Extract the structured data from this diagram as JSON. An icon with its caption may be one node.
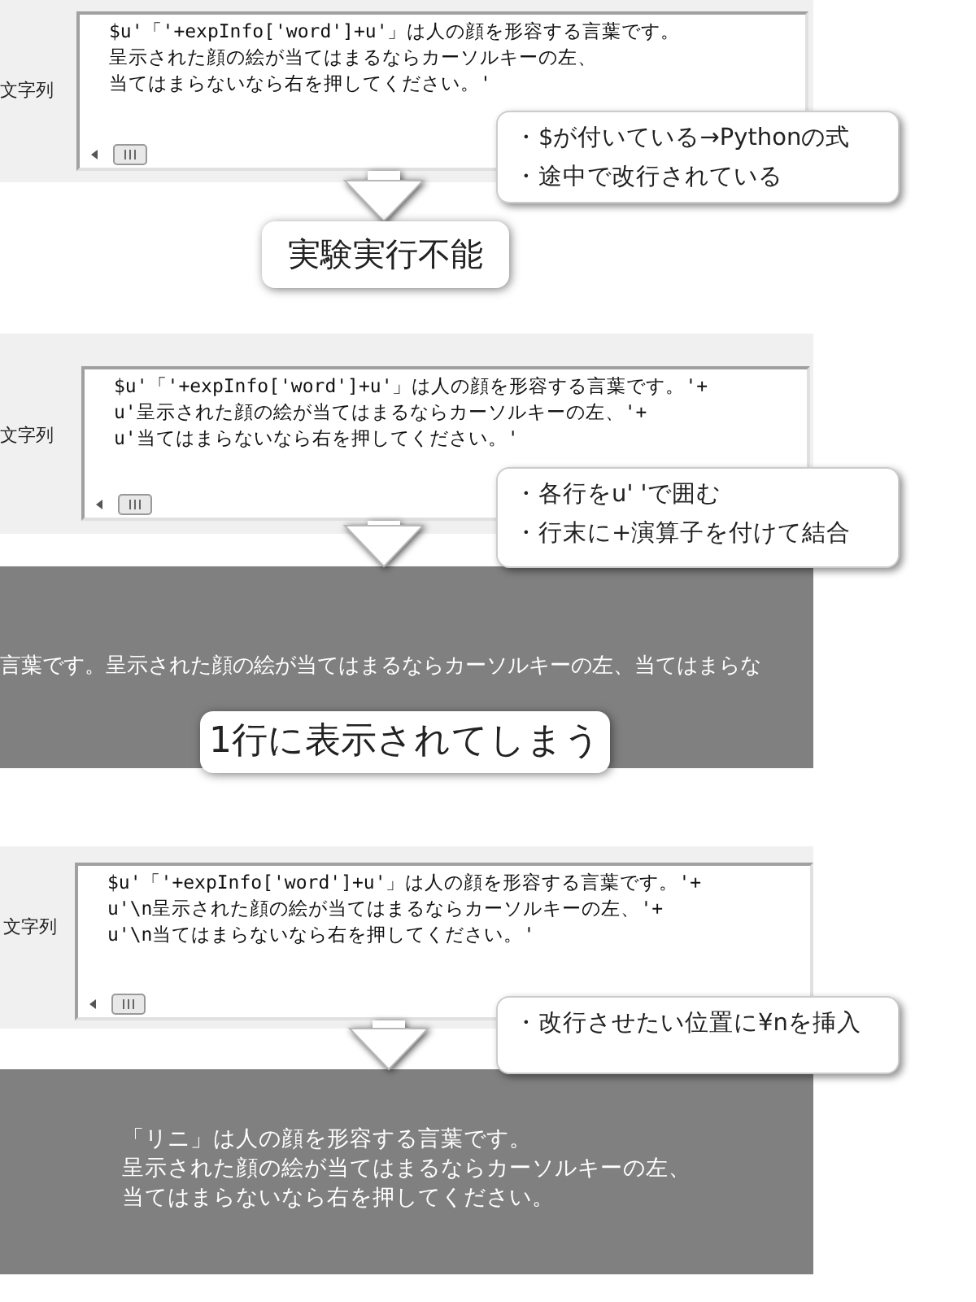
{
  "diagram": {
    "nodes": [
      {
        "text": [
          "$u'「'+expInfo['word']+u'」は人の顔を形容する言葉です。",
          "呈示された顔の絵が当てはまるならカーソルキーの左、",
          "当てはまらないなら右を押してください。'"
        ],
        "beside": [
          "文字列"
        ]
      },
      {
        "text": [
          "・$が付いている→Pythonの式",
          "・途中で改行されている"
        ]
      },
      {
        "text": [
          "実験実行不能"
        ]
      },
      {
        "text": [
          "$u'「'+expInfo['word']+u'」は人の顔を形容する言葉です。'+",
          "u'呈示された顔の絵が当てはまるならカーソルキーの左、'+",
          "u'当てはまらないなら右を押してください。'"
        ],
        "beside": [
          "文字列"
        ]
      },
      {
        "text": [
          "・各行をu' 'で囲む",
          "・行末に+演算子を付けて結合"
        ]
      },
      {
        "text": [
          "言葉です。呈示された顔の絵が当てはまるならカーソルキーの左、当てはまらな"
        ]
      },
      {
        "text": [
          "1行に表示されてしまう"
        ]
      },
      {
        "text": [
          "$u'「'+expInfo['word']+u'」は人の顔を形容する言葉です。'+",
          "u'\\n呈示された顔の絵が当てはまるならカーソルキーの左、'+",
          "u'\\n当てはまらないなら右を押してください。'"
        ],
        "beside": [
          "文字列"
        ]
      },
      {
        "text": [
          "・改行させたい位置に¥nを挿入"
        ]
      },
      {
        "text": [
          "「リニ」は人の顔を形容する言葉です。",
          "呈示された顔の絵が当てはまるならカーソルキーの左、",
          "当てはまらないなら右を押してください。"
        ]
      }
    ],
    "edges": [
      {
        "from": 0,
        "to": 2,
        "arrow": "to"
      },
      {
        "from": 3,
        "to": 5,
        "arrow": "to"
      },
      {
        "from": 7,
        "to": 9,
        "arrow": "to"
      }
    ]
  }
}
